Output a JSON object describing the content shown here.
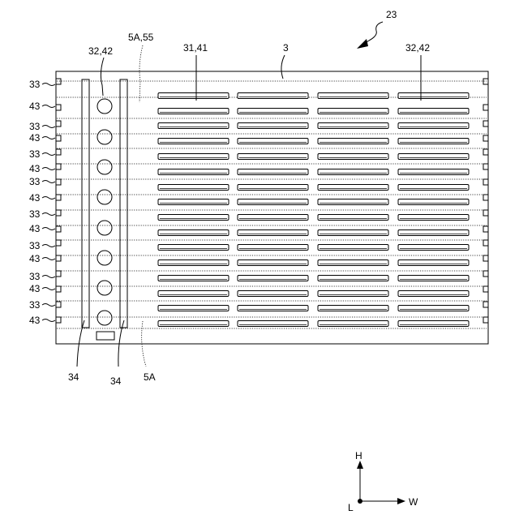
{
  "figure_ref": "23",
  "labels": {
    "top_32_42_left": "32,42",
    "top_5a55": "5A,55",
    "top_31_41": "31,41",
    "top_3": "3",
    "top_32_42_right": "32,42",
    "bottom_34_left": "34",
    "bottom_34_right": "34",
    "bottom_5a": "5A"
  },
  "side_labels": [
    "33",
    "43",
    "33",
    "43",
    "33",
    "43",
    "33",
    "43",
    "33",
    "43",
    "33",
    "43",
    "33",
    "43",
    "33",
    "43"
  ],
  "axes": {
    "h": "H",
    "w": "W",
    "l": "L"
  }
}
